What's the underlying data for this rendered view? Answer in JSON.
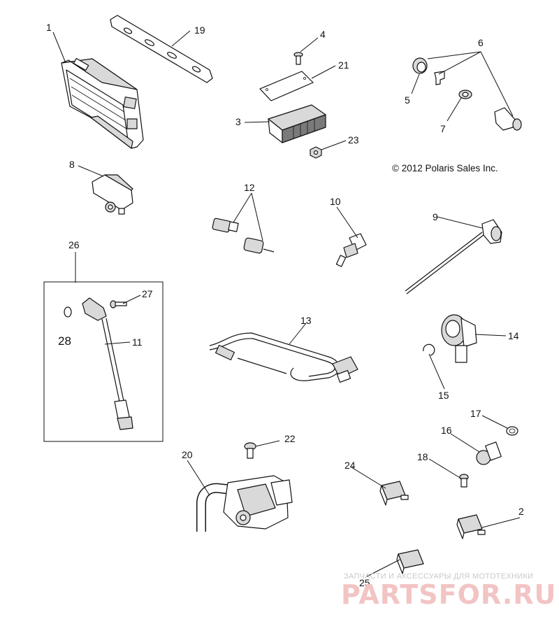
{
  "diagram": {
    "copyright": "© 2012 Polaris Sales Inc.",
    "watermark": {
      "caption": "ЗАПЧАСТИ И АКСЕССУАРЫ ДЛЯ МОТОТЕХНИКИ",
      "logo": "PARTSFOR.RU"
    },
    "callouts": [
      {
        "id": "c1",
        "label": "1"
      },
      {
        "id": "c19",
        "label": "19"
      },
      {
        "id": "c4",
        "label": "4"
      },
      {
        "id": "c21",
        "label": "21"
      },
      {
        "id": "c3",
        "label": "3"
      },
      {
        "id": "c23",
        "label": "23"
      },
      {
        "id": "c6",
        "label": "6"
      },
      {
        "id": "c5",
        "label": "5"
      },
      {
        "id": "c7",
        "label": "7"
      },
      {
        "id": "c8",
        "label": "8"
      },
      {
        "id": "c12",
        "label": "12"
      },
      {
        "id": "c10",
        "label": "10"
      },
      {
        "id": "c9",
        "label": "9"
      },
      {
        "id": "c26",
        "label": "26"
      },
      {
        "id": "c27",
        "label": "27"
      },
      {
        "id": "c28",
        "label": "28"
      },
      {
        "id": "c11",
        "label": "11"
      },
      {
        "id": "c13",
        "label": "13"
      },
      {
        "id": "c14",
        "label": "14"
      },
      {
        "id": "c15",
        "label": "15"
      },
      {
        "id": "c17",
        "label": "17"
      },
      {
        "id": "c16",
        "label": "16"
      },
      {
        "id": "c22",
        "label": "22"
      },
      {
        "id": "c20",
        "label": "20"
      },
      {
        "id": "c18",
        "label": "18"
      },
      {
        "id": "c24",
        "label": "24"
      },
      {
        "id": "c2",
        "label": "2"
      },
      {
        "id": "c25",
        "label": "25"
      }
    ]
  }
}
